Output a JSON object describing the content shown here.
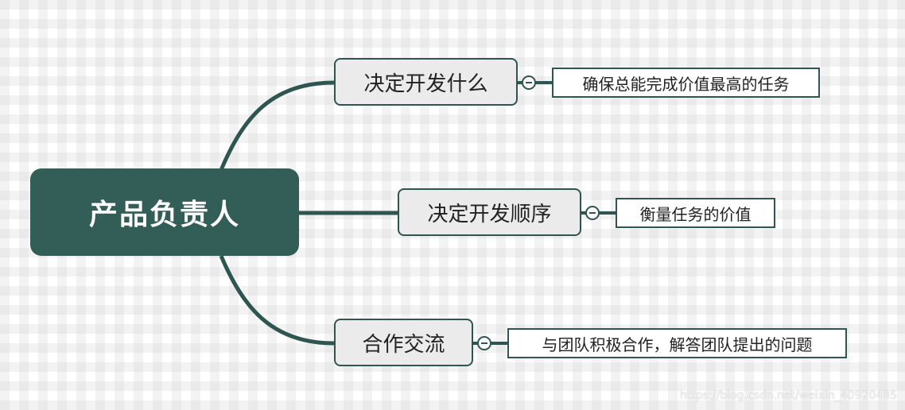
{
  "root": {
    "label": "产品负责人"
  },
  "branches": [
    {
      "label": "决定开发什么",
      "detail": "确保总能完成价值最高的任务"
    },
    {
      "label": "决定开发顺序",
      "detail": "衡量任务的价值"
    },
    {
      "label": "合作交流",
      "detail": "与团队积极合作，解答团队提出的问题"
    }
  ],
  "watermark": "https://blog.csdn.net/weixin_40920485",
  "colors": {
    "root_fill": "#335d57",
    "connector": "#2f5550",
    "branch_fill": "#ebebeb"
  },
  "icons": {
    "collapse": "collapse-minus-icon"
  }
}
